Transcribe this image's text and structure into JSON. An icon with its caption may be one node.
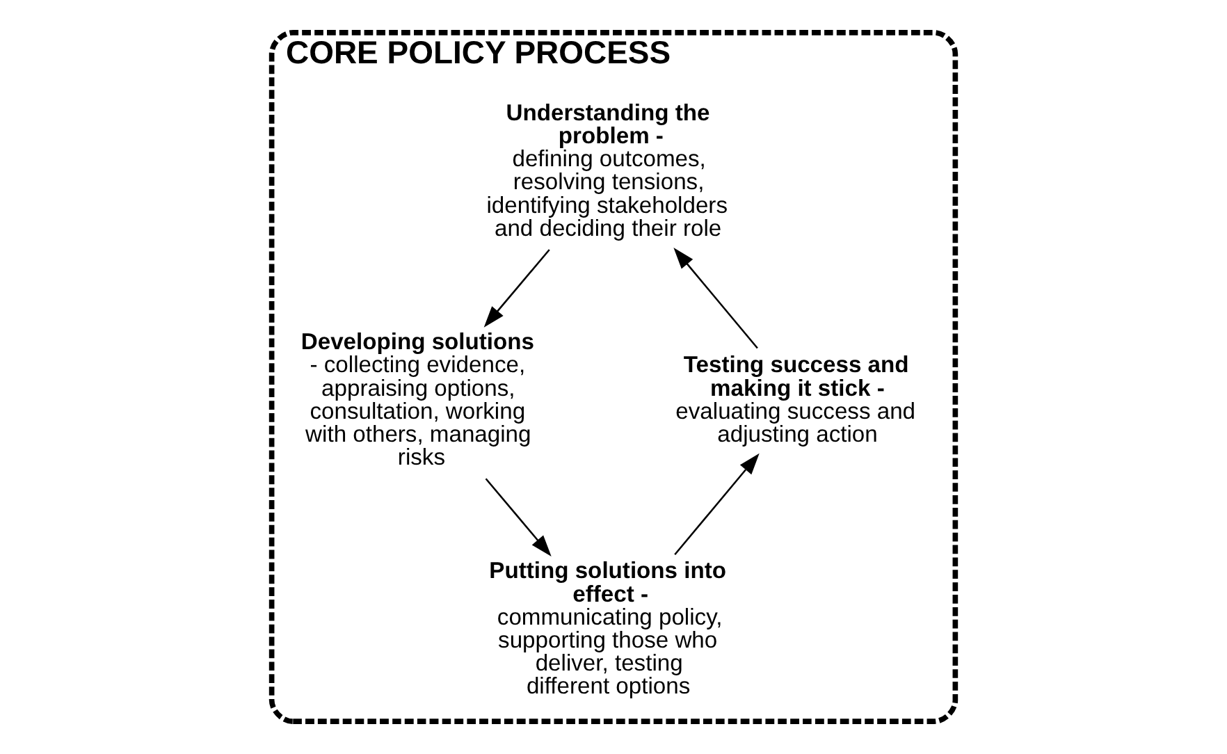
{
  "diagram": {
    "nodes": [
      {
        "text": [
          "CORE POLICY PROCESS"
        ]
      },
      {
        "text": [
          "Understanding the problem -",
          "defining outcomes, resolving tensions, identifying stakeholders and deciding their role"
        ],
        "in": 0
      },
      {
        "text": [
          "Developing solutions",
          "- collecting evidence, appraising options, consultation, working with others, managing risks"
        ],
        "in": 0
      },
      {
        "text": [
          "Putting solutions into effect -",
          "communicating policy, supporting those who deliver, testing different options"
        ],
        "in": 0
      },
      {
        "text": [
          "Testing success and making it stick -",
          "evaluating success and adjusting action"
        ],
        "in": 0
      }
    ],
    "edges": [
      {
        "from": 1,
        "to": 2,
        "arrow": "to"
      },
      {
        "from": 2,
        "to": 3,
        "arrow": "to"
      },
      {
        "from": 3,
        "to": 4,
        "arrow": "to"
      },
      {
        "from": 4,
        "to": 1,
        "arrow": "to"
      }
    ]
  }
}
